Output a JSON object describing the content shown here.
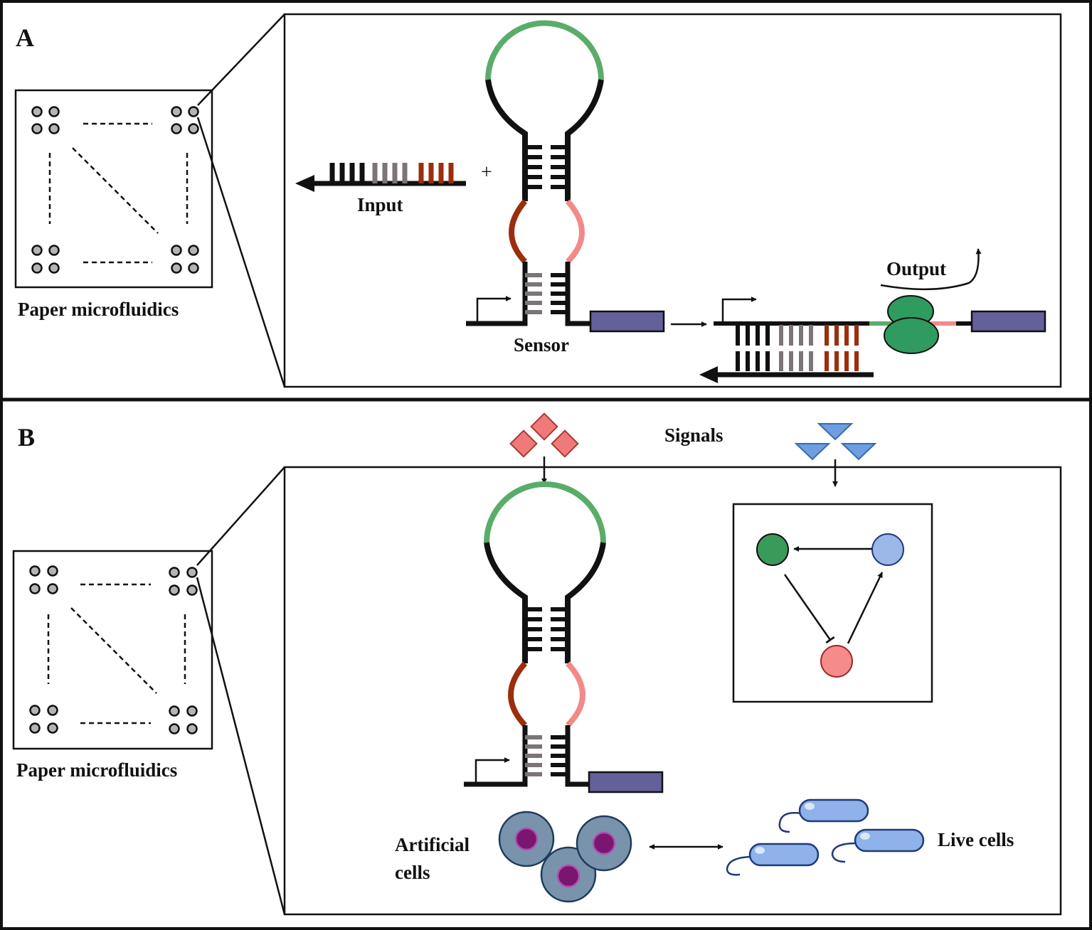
{
  "panel_a": {
    "label": "A",
    "chip_label": "Paper microfluidics",
    "input_label": "Input",
    "plus_sign": "+",
    "sensor_label": "Sensor",
    "output_label": "Output"
  },
  "panel_b": {
    "label": "B",
    "chip_label": "Paper microfluidics",
    "signals_label": "Signals",
    "artificial_cells_label_line1": "Artificial",
    "artificial_cells_label_line2": "cells",
    "live_cells_label": "Live cells"
  },
  "colors": {
    "toehold_loop": "#5aac6a",
    "dark_red": "#9b2e0c",
    "pink": "#f28a8a",
    "gray_base": "#7c7478",
    "reporter_gene": "#63609a",
    "ribosome": "#2f9b5e",
    "signal_diamond": "#f07a7a",
    "signal_triangle": "#6e9ee0",
    "node_green": "#3a9a5a",
    "node_blue": "#9bb8e8",
    "node_pink": "#f58b8b",
    "artificial_cell": "#7a93ad",
    "artificial_nucleus": "#7a1570",
    "live_cell": "#8fb2ea"
  }
}
